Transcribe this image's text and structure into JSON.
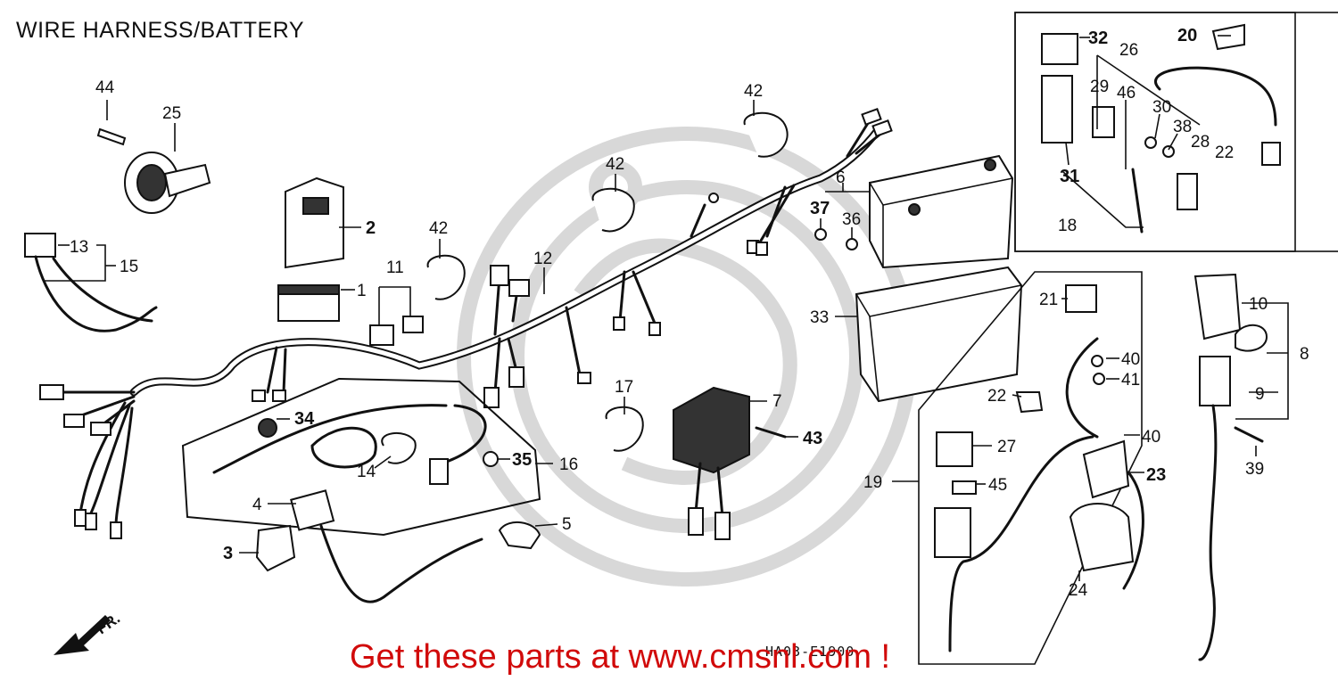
{
  "title": "WIRE HARNESS/BATTERY",
  "ad_text": "Get these parts at www.cmsnl.com !",
  "diagram_code": "HA03-E1900",
  "front_marker": "FR.",
  "callouts": [
    {
      "id": "c44",
      "label": "44"
    },
    {
      "id": "c25",
      "label": "25"
    },
    {
      "id": "c2",
      "label": "2"
    },
    {
      "id": "c13",
      "label": "13"
    },
    {
      "id": "c15",
      "label": "15"
    },
    {
      "id": "c11",
      "label": "11"
    },
    {
      "id": "c1",
      "label": "1"
    },
    {
      "id": "c42a",
      "label": "42"
    },
    {
      "id": "c42b",
      "label": "42"
    },
    {
      "id": "c42c",
      "label": "42"
    },
    {
      "id": "c12",
      "label": "12"
    },
    {
      "id": "c6",
      "label": "6"
    },
    {
      "id": "c37",
      "label": "37"
    },
    {
      "id": "c36",
      "label": "36"
    },
    {
      "id": "c33",
      "label": "33"
    },
    {
      "id": "c7",
      "label": "7"
    },
    {
      "id": "c43",
      "label": "43"
    },
    {
      "id": "c17",
      "label": "17"
    },
    {
      "id": "c34",
      "label": "34"
    },
    {
      "id": "c14",
      "label": "14"
    },
    {
      "id": "c35",
      "label": "35"
    },
    {
      "id": "c16",
      "label": "16"
    },
    {
      "id": "c4",
      "label": "4"
    },
    {
      "id": "c3",
      "label": "3"
    },
    {
      "id": "c5",
      "label": "5"
    },
    {
      "id": "c32",
      "label": "32"
    },
    {
      "id": "c20",
      "label": "20"
    },
    {
      "id": "c26",
      "label": "26"
    },
    {
      "id": "c29",
      "label": "29"
    },
    {
      "id": "c46",
      "label": "46"
    },
    {
      "id": "c30",
      "label": "30"
    },
    {
      "id": "c38",
      "label": "38"
    },
    {
      "id": "c28",
      "label": "28"
    },
    {
      "id": "c22a",
      "label": "22"
    },
    {
      "id": "c31",
      "label": "31"
    },
    {
      "id": "c18",
      "label": "18"
    },
    {
      "id": "c21",
      "label": "21"
    },
    {
      "id": "c40a",
      "label": "40"
    },
    {
      "id": "c41",
      "label": "41"
    },
    {
      "id": "c22b",
      "label": "22"
    },
    {
      "id": "c40b",
      "label": "40"
    },
    {
      "id": "c27",
      "label": "27"
    },
    {
      "id": "c23",
      "label": "23"
    },
    {
      "id": "c45",
      "label": "45"
    },
    {
      "id": "c19",
      "label": "19"
    },
    {
      "id": "c24",
      "label": "24"
    },
    {
      "id": "c10",
      "label": "10"
    },
    {
      "id": "c8",
      "label": "8"
    },
    {
      "id": "c9",
      "label": "9"
    },
    {
      "id": "c39",
      "label": "39"
    }
  ]
}
